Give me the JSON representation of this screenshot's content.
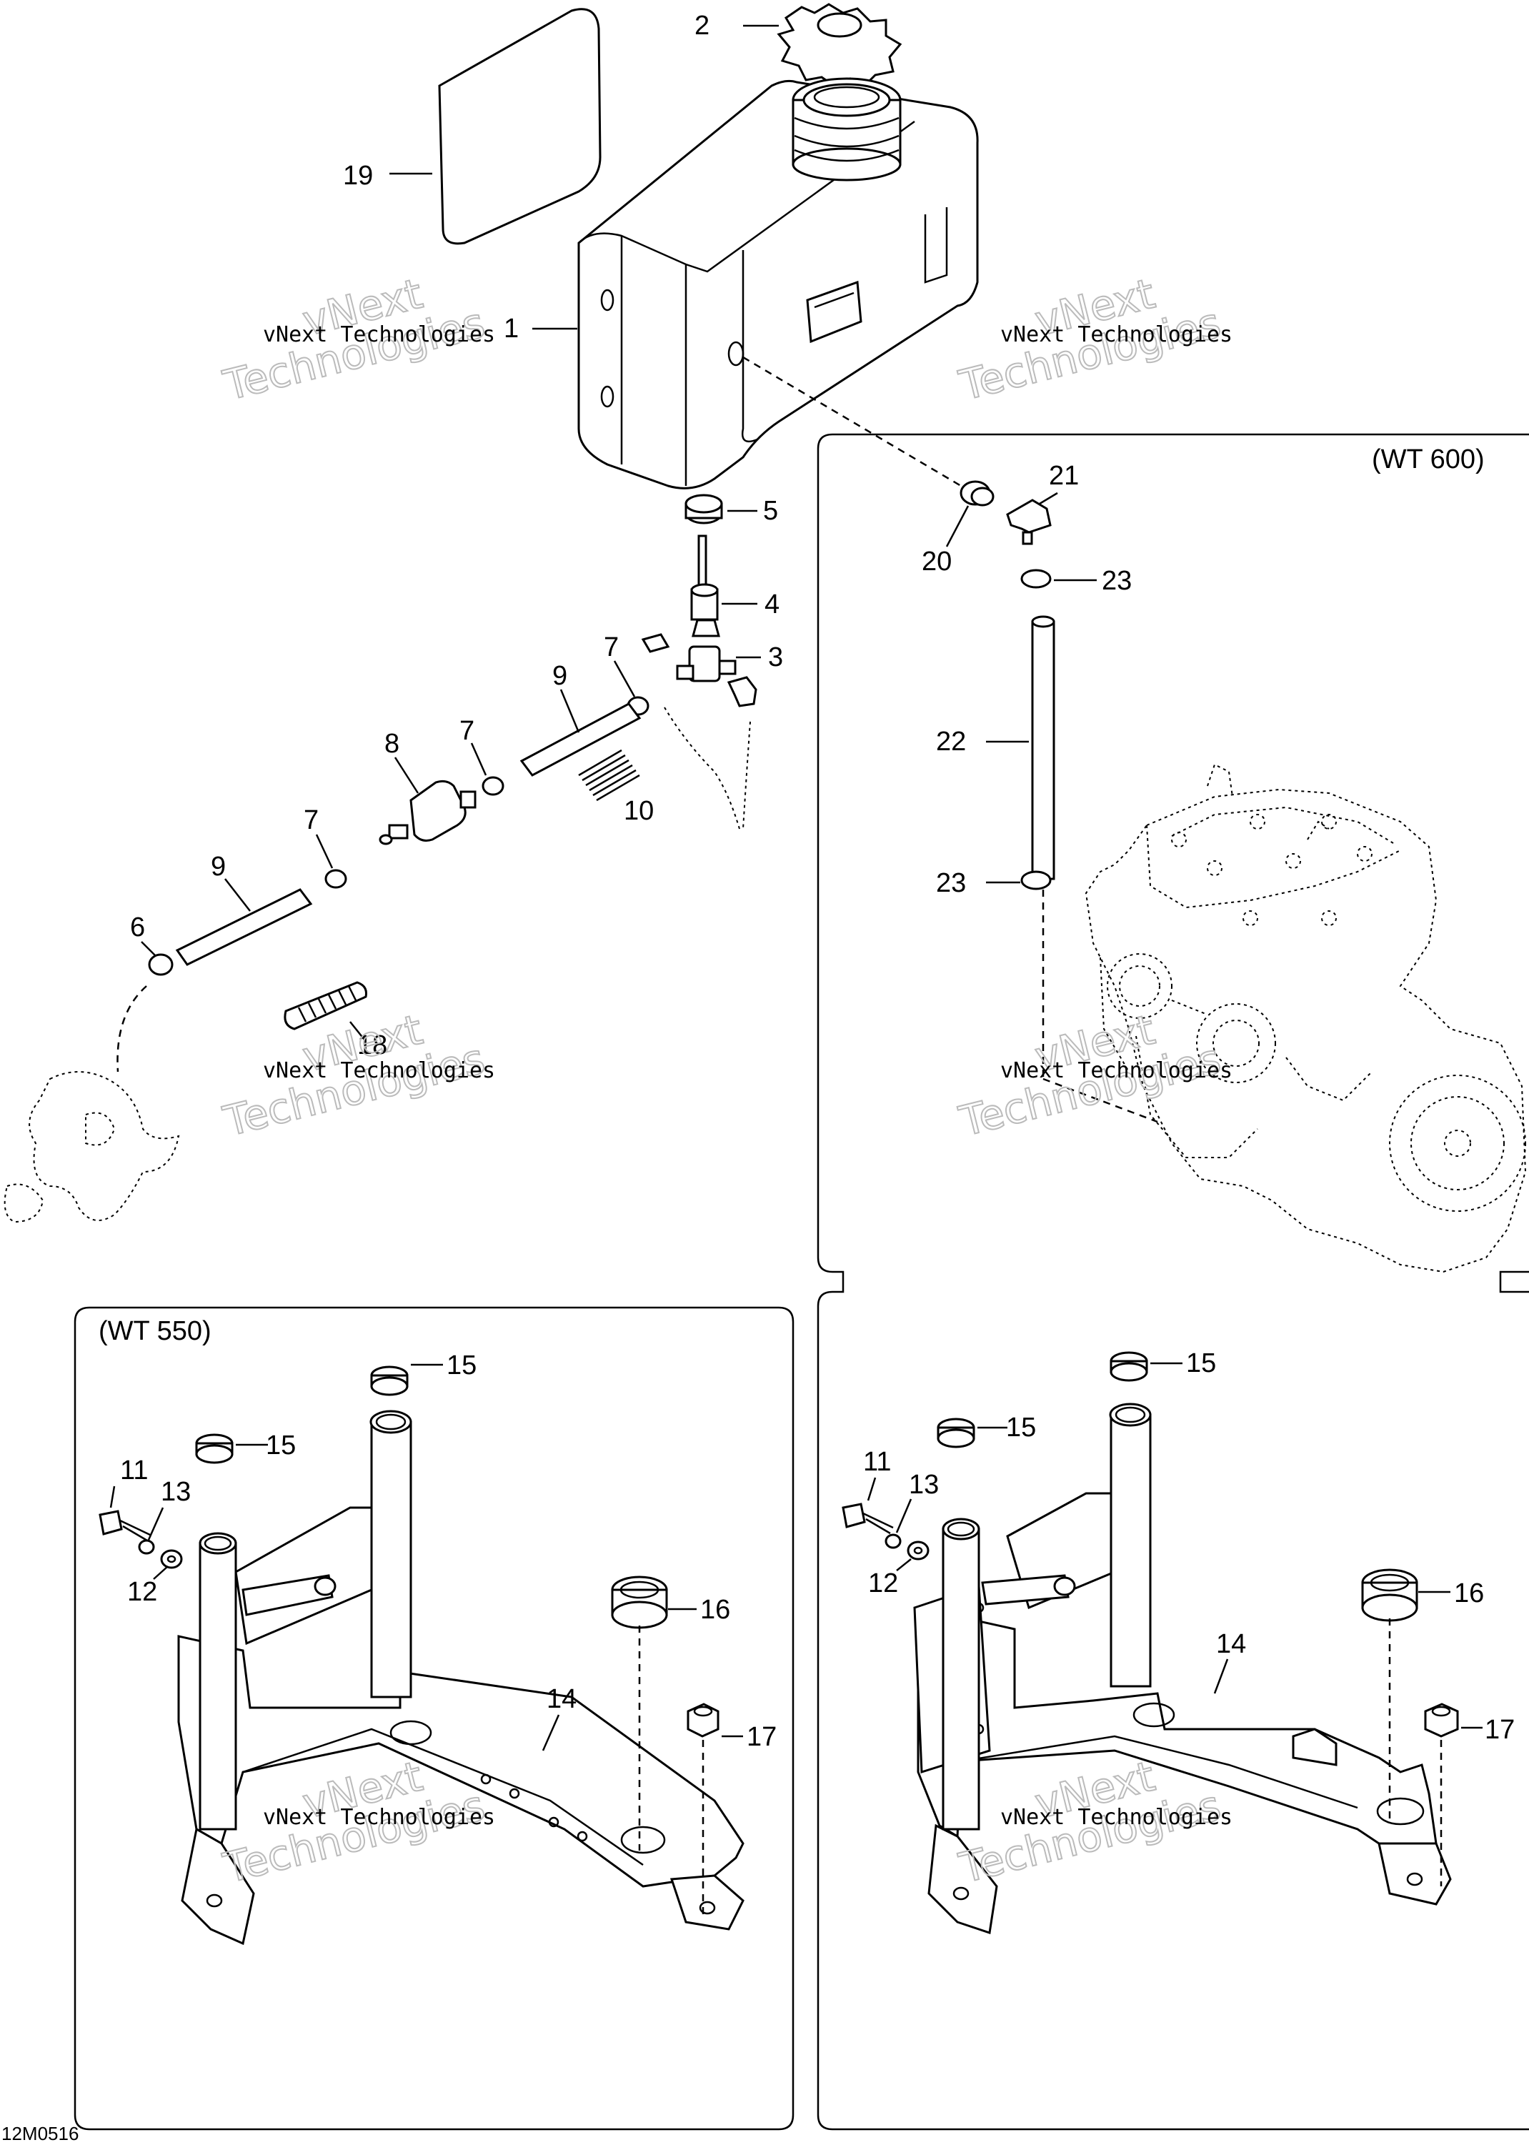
{
  "diagram_code": "12M0516",
  "variants": {
    "wt600": "(WT 600)",
    "wt550": "(WT 550)"
  },
  "watermark": {
    "line1": "vNext Technologies",
    "line2": "vNext",
    "line3": "Technologies"
  },
  "callouts": {
    "c1": "1",
    "c2": "2",
    "c3": "3",
    "c4": "4",
    "c5": "5",
    "c6": "6",
    "c7a": "7",
    "c7b": "7",
    "c7c": "7",
    "c8": "8",
    "c9a": "9",
    "c9b": "9",
    "c10": "10",
    "c18": "18",
    "c19": "19",
    "c20": "20",
    "c21": "21",
    "c22": "22",
    "c23a": "23",
    "c23b": "23",
    "l11": "11",
    "l12": "12",
    "l13": "13",
    "l14": "14",
    "l15a": "15",
    "l15b": "15",
    "l16": "16",
    "l17": "17",
    "r11": "11",
    "r12": "12",
    "r13": "13",
    "r14": "14",
    "r15a": "15",
    "r15b": "15",
    "r16": "16",
    "r17": "17"
  }
}
